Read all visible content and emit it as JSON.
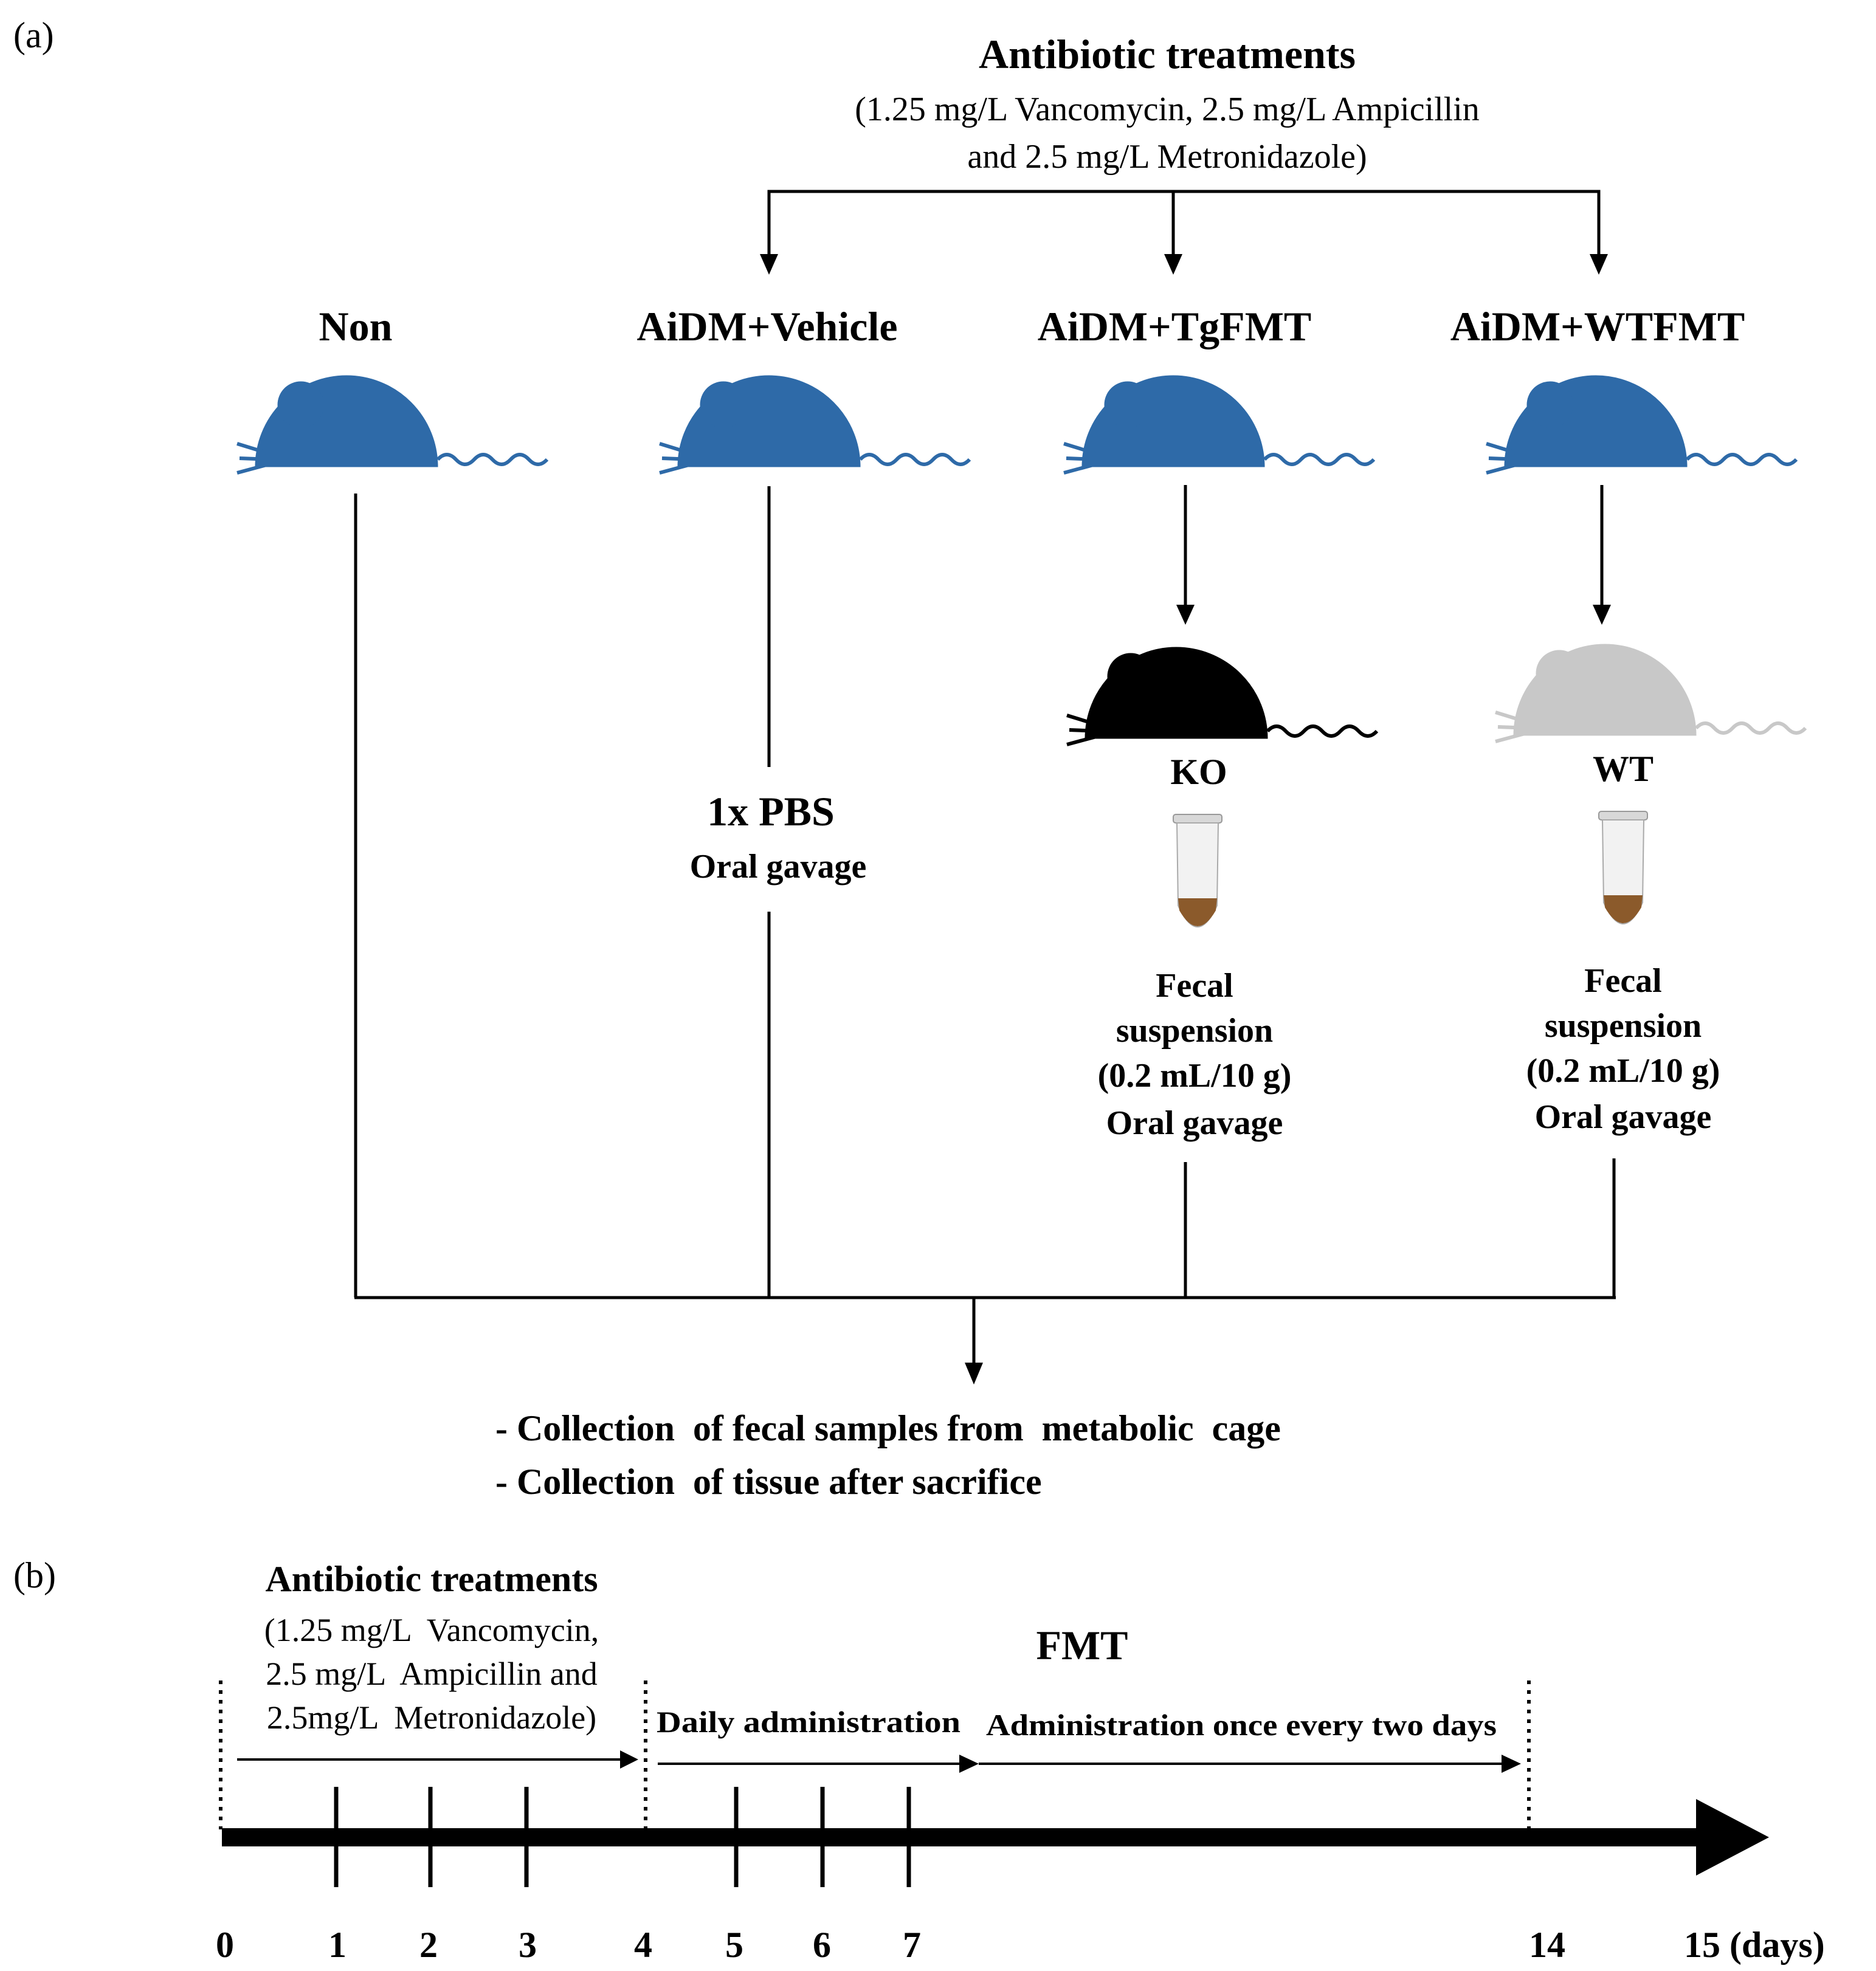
{
  "panel_a": {
    "label": "(a)",
    "antibiotic": {
      "title": "Antibiotic treatments",
      "line1": "(1.25 mg/L Vancomycin, 2.5 mg/L Ampicillin",
      "line2": "and 2.5 mg/L Metronidazole)"
    },
    "groups": [
      {
        "label": "Non",
        "mouse_color": "#2e6aa8"
      },
      {
        "label": "AiDM+Vehicle",
        "mouse_color": "#2e6aa8"
      },
      {
        "label": "AiDM+TgFMT",
        "mouse_color": "#2e6aa8"
      },
      {
        "label": "AiDM+WTFMT",
        "mouse_color": "#2e6aa8"
      }
    ],
    "vehicle": {
      "line1": "1x PBS",
      "line2": "Oral gavage"
    },
    "donors": [
      {
        "label": "KO",
        "mouse_color": "#000000",
        "suspension": [
          "Fecal",
          "suspension",
          "(0.2 mL/10 g)",
          "Oral gavage"
        ]
      },
      {
        "label": "WT",
        "mouse_color": "#c8c8c8",
        "suspension": [
          "Fecal",
          "suspension",
          "(0.2 mL/10 g)",
          "Oral gavage"
        ]
      }
    ],
    "collection": [
      "- Collection  of fecal samples from  metabolic  cage",
      "- Collection  of tissue after sacrifice"
    ]
  },
  "panel_b": {
    "label": "(b)",
    "antibiotic": {
      "title": "Antibiotic treatments",
      "line1": "(1.25 mg/L  Vancomycin,",
      "line2": "2.5 mg/L  Ampicillin and",
      "line3": "2.5mg/L  Metronidazole)"
    },
    "fmt_title": "FMT",
    "daily": "Daily administration",
    "every_two": "Administration once every two days",
    "ticks": [
      "0",
      "1",
      "2",
      "3",
      "4",
      "5",
      "6",
      "7",
      "14"
    ],
    "last_label": "15 (days)"
  },
  "colors": {
    "mouse_blue": "#2e6aa8",
    "tube_fill": "#8b5a2b"
  }
}
